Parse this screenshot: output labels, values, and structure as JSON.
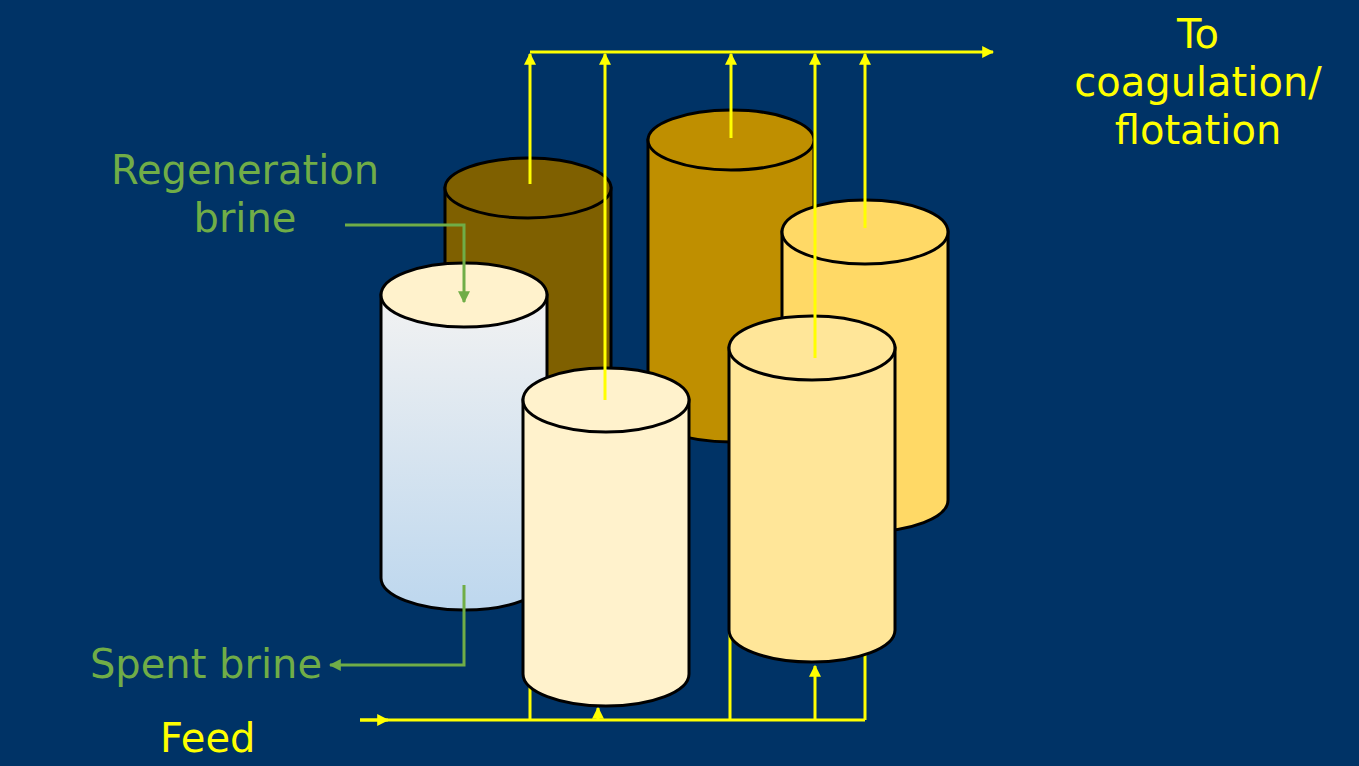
{
  "diagram": {
    "labels": [
      "To coagulation/ flotation",
      "Regeneration brine",
      "Spent brine",
      "Feed"
    ]
  }
}
